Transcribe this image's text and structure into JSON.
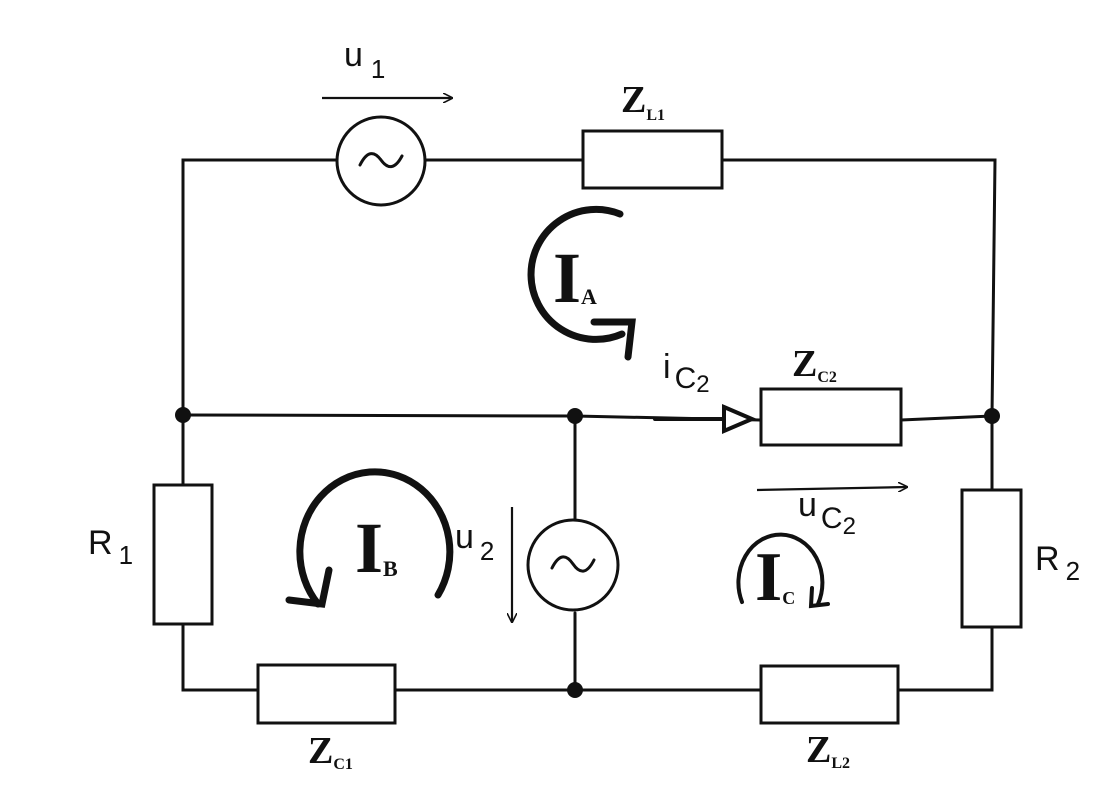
{
  "labels": {
    "u1": {
      "main": "u",
      "sub": "1"
    },
    "zl1": {
      "main": "Z",
      "sub": "L1"
    },
    "ia": {
      "main": "I",
      "sub": "A"
    },
    "ic2": {
      "main": "i",
      "sub": "C",
      "subsub": "2"
    },
    "zc2": {
      "main": "Z",
      "sub": "C2"
    },
    "r1": {
      "main": "R",
      "sub": "1"
    },
    "ib": {
      "main": "I",
      "sub": "B"
    },
    "u2": {
      "main": "u",
      "sub": "2"
    },
    "uc2": {
      "main": "u",
      "sub": "C",
      "subsub": "2"
    },
    "r2": {
      "main": "R",
      "sub": "2"
    },
    "icl": {
      "main": "I",
      "sub": "C"
    },
    "zc1": {
      "main": "Z",
      "sub": "C1"
    },
    "zl2": {
      "main": "Z",
      "sub": "L2"
    }
  }
}
